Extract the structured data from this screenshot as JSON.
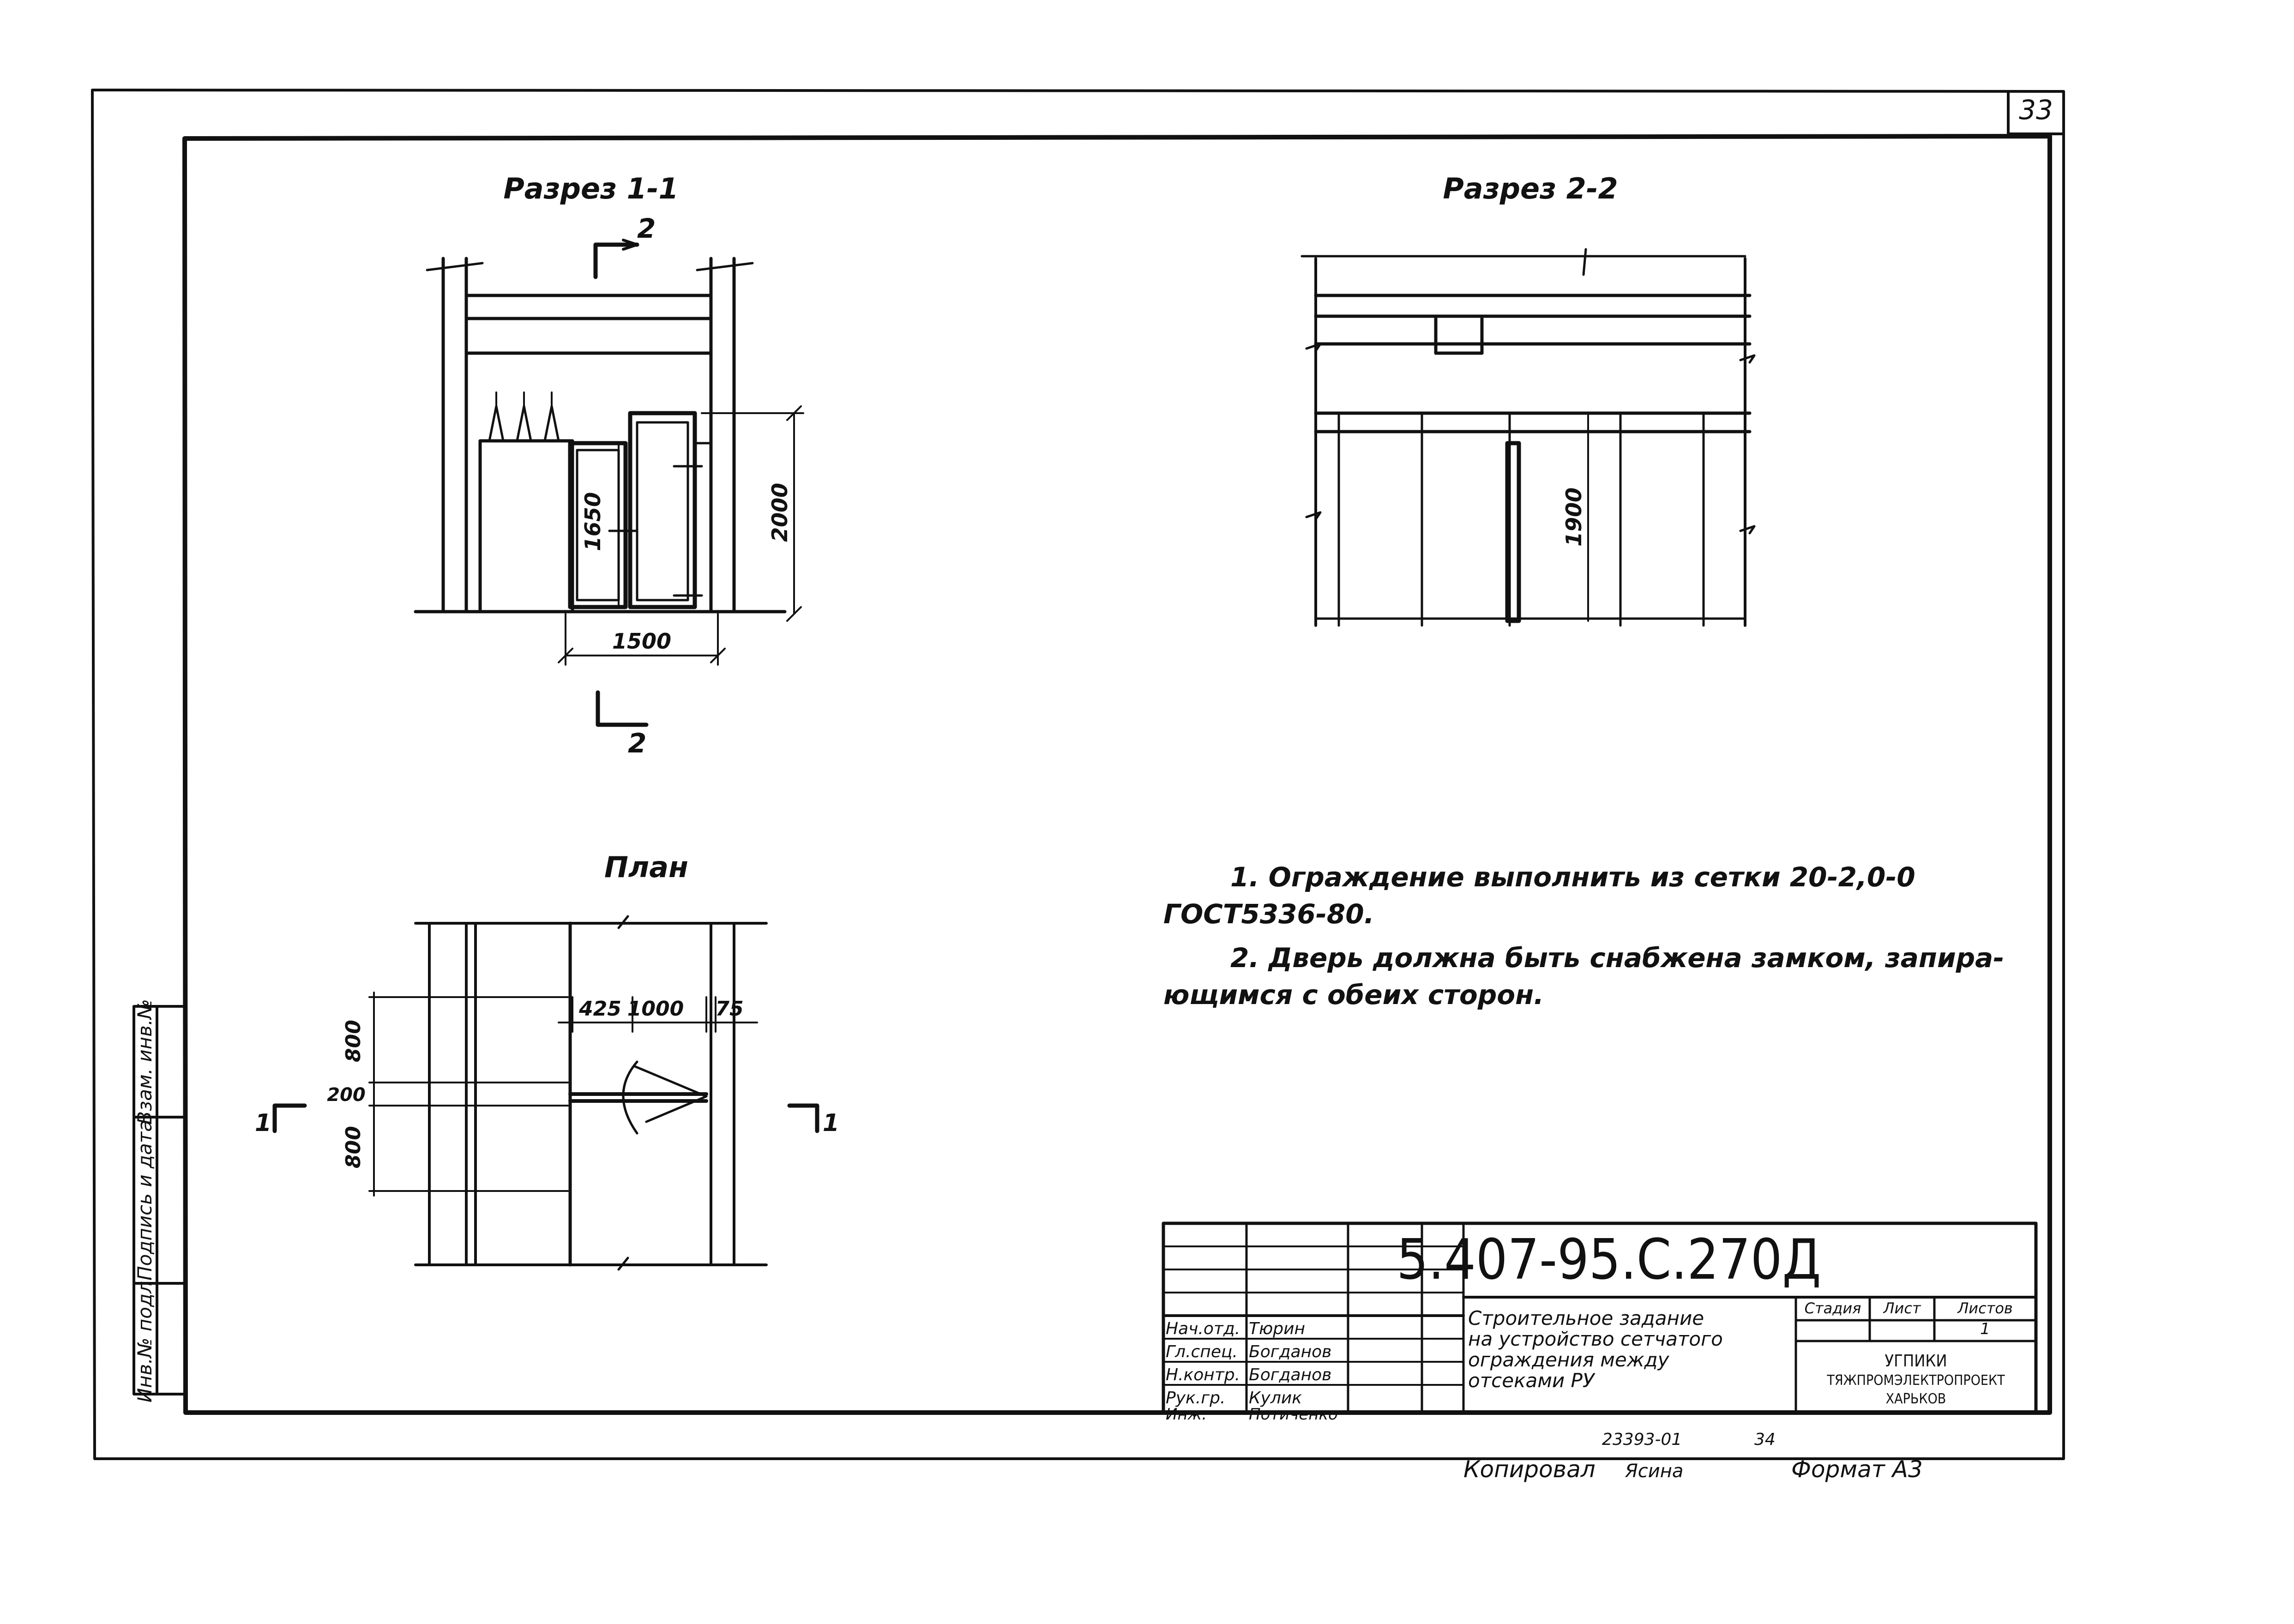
{
  "sheet": {
    "page_number": "33",
    "format": "Формат А3",
    "copied_by": "Копировал",
    "copied_sign": "Ясина",
    "archive_number": "23393-01",
    "archive_sheet": "34"
  },
  "section_1": {
    "title": "Разрез 1-1",
    "cut_mark": "2",
    "dim_width": "1500",
    "dim_height_door": "1650",
    "dim_height_total": "2000"
  },
  "section_2": {
    "title": "Разрез 2-2",
    "dim_height": "1900"
  },
  "plan": {
    "title": "План",
    "cut_mark": "1",
    "dim_left": "425",
    "dim_door": "1000",
    "dim_right": "75",
    "dim_v1": "800",
    "dim_v2": "200",
    "dim_v3": "800"
  },
  "notes": {
    "note1": "1. Ограждение выполнить из сетки 20-2,0-0",
    "note1b": "ГОСТ5336-80.",
    "note2": "2. Дверь должна быть снабжена замком, запира-",
    "note2b": "ющимся с обеих сторон."
  },
  "side_stamp": {
    "col1": "Инв.№ подл.",
    "col2": "Подпись и дата",
    "col3": "Взам. инв.№"
  },
  "title_block": {
    "doc_code": "5.407-95.С.270Д",
    "description_l1": "Строительное задание",
    "description_l2": "на устройство сетчатого",
    "description_l3": "ограждения  между",
    "description_l4": "отсеками РУ",
    "stage_h": "Стадия",
    "sheet_h": "Лист",
    "sheets_h": "Листов",
    "sheets_v": "1",
    "org_l1": "УГПИКИ",
    "org_l2": "ТЯЖПРОМЭЛЕКТРОПРОЕКТ",
    "org_l3": "ХАРЬКОВ",
    "people": [
      {
        "role": "Нач.отд.",
        "name": "Тюрин"
      },
      {
        "role": "Гл.спец.",
        "name": "Богданов"
      },
      {
        "role": "Н.контр.",
        "name": "Богданов"
      },
      {
        "role": "Рук.гр.",
        "name": "Кулик"
      },
      {
        "role": "Инж.",
        "name": "Потиченко"
      }
    ]
  }
}
